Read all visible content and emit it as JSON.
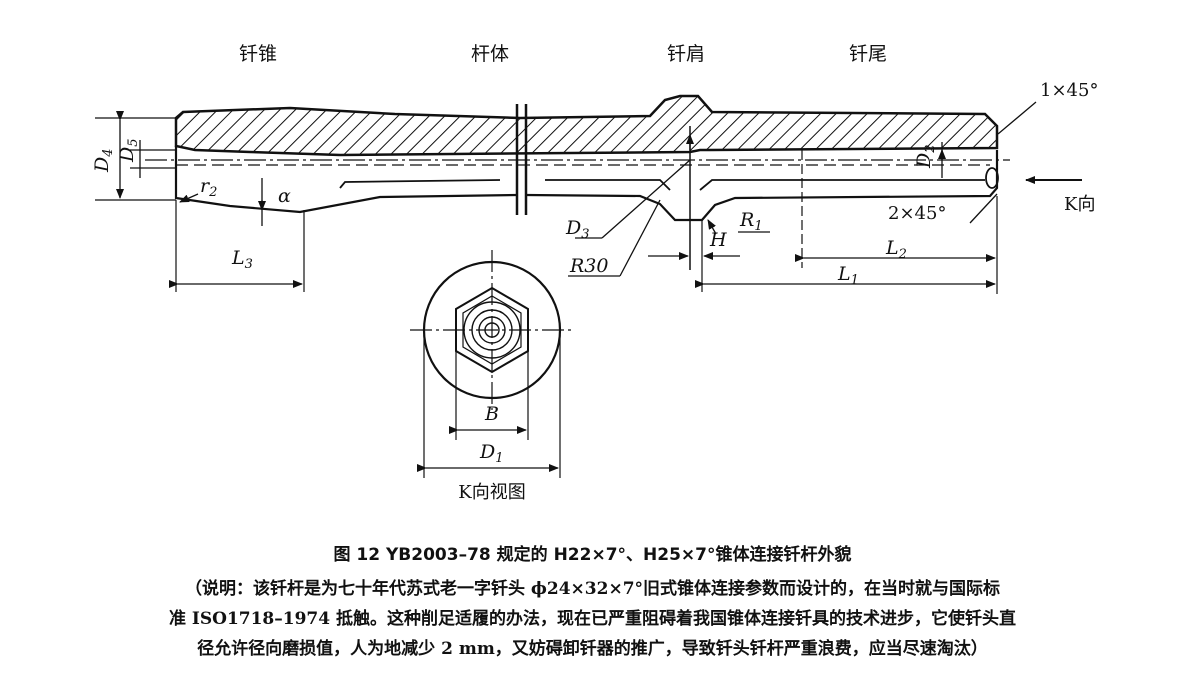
{
  "sections": {
    "tip": "钎锥",
    "body": "杆体",
    "collar": "钎肩",
    "shank": "钎尾"
  },
  "labels": {
    "chamfer_top": "1×45°",
    "chamfer_bottom": "2×45°",
    "view_arrow": "K向",
    "D4": "D",
    "D4_sub": "4",
    "D5": "D",
    "D5_sub": "5",
    "r2": "r",
    "r2_sub": "2",
    "alpha": "α",
    "L3": "L",
    "L3_sub": "3",
    "D3": "D",
    "D3_sub": "3",
    "R30": "R30",
    "H": "H",
    "R1": "R",
    "R1_sub": "1",
    "D2": "D",
    "D2_sub": "2",
    "L2": "L",
    "L2_sub": "2",
    "L1": "L",
    "L1_sub": "1",
    "B": "B",
    "D1": "D",
    "D1_sub": "1",
    "view_title": "K向视图"
  },
  "caption": "图 12  YB2003–78 规定的 H22×7°、H25×7°锥体连接钎杆外貌",
  "note": {
    "line1": "（说明：该钎杆是为七十年代苏式老一字钎头 ϕ24×32×7°旧式锥体连接参数而设计的，在当时就与国际标",
    "line2": "准 ISO1718–1974 抵触。这种削足适履的办法，现在已严重阻碍着我国锥体连接钎具的技术进步，它使钎头直",
    "line3": "径允许径向磨损值，人为地减少 2 mm，又妨碍卸钎器的推广，导致钎头钎杆严重浪费，应当尽速淘汰）"
  }
}
